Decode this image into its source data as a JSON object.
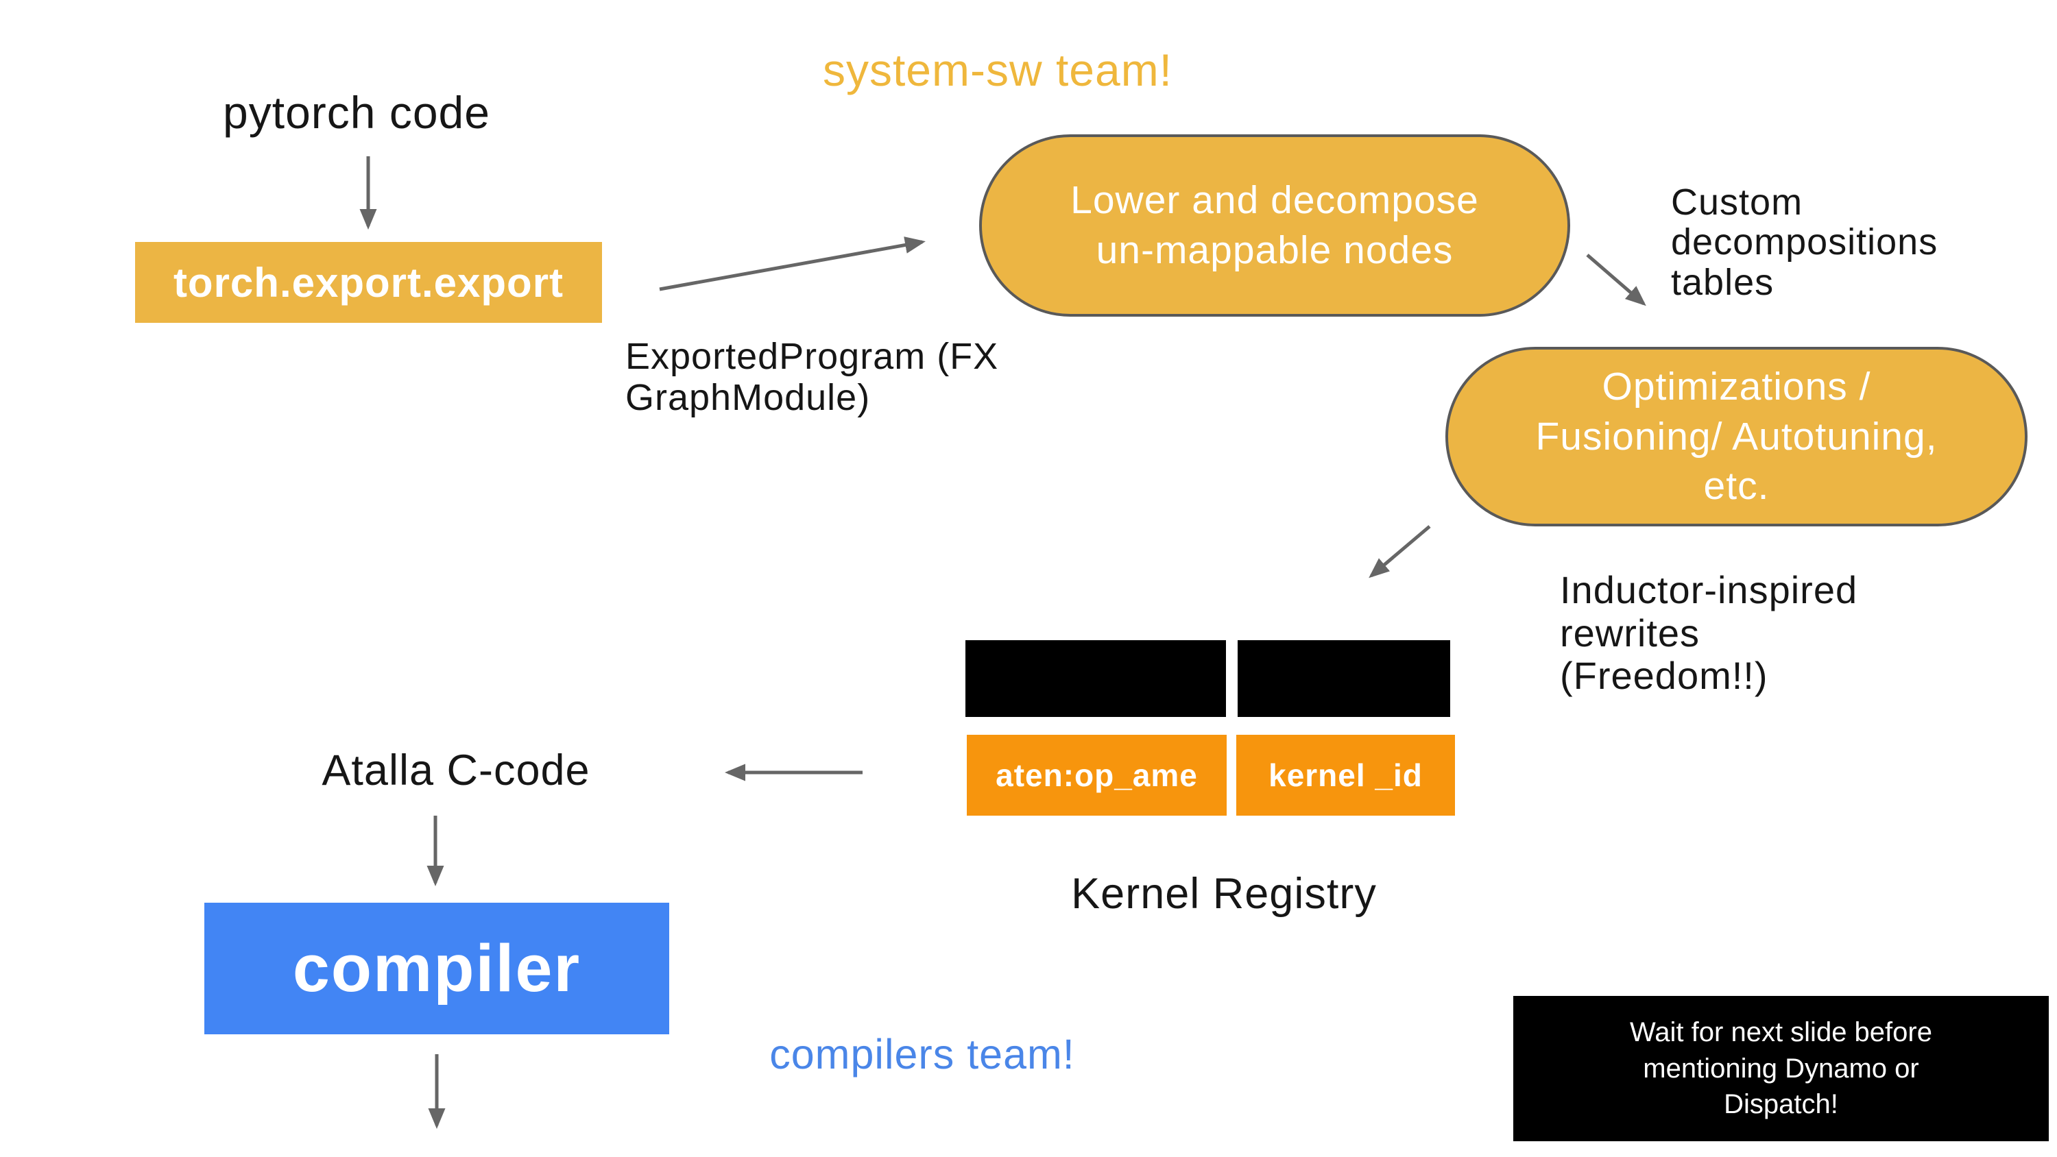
{
  "slide": {
    "labels": {
      "pytorch_code": "pytorch code",
      "system_sw_team": "system-sw team!",
      "exported_program": "ExportedProgram (FX\nGraphModule)",
      "custom_decompositions": "Custom\ndecompositions\ntables",
      "inductor_rewrites": "Inductor-inspired\nrewrites\n(Freedom!!)",
      "kernel_registry": "Kernel Registry",
      "atalla_c_code": "Atalla C-code",
      "compilers_team": "compilers team!"
    },
    "nodes": {
      "torch_export": "torch.export.export",
      "lower_decompose": "Lower and decompose\nun-mappable nodes",
      "optimizations": "Optimizations /\nFusioning/ Autotuning,\netc.",
      "aten_op_name": "aten:op_ame",
      "kernel_id": "kernel _id",
      "compiler": "compiler",
      "wait_note": "Wait for next slide before\nmentioning Dynamo or\nDispatch!"
    },
    "colors": {
      "gold": "#ECB544",
      "gold_text": "#EFB73C",
      "orange": "#F7950D",
      "blue": "#4285F4",
      "blue_text": "#4A86E8",
      "black": "#000000",
      "arrow_gray": "#666666",
      "pill_border": "#595959",
      "background": "#FFFFFF"
    }
  }
}
